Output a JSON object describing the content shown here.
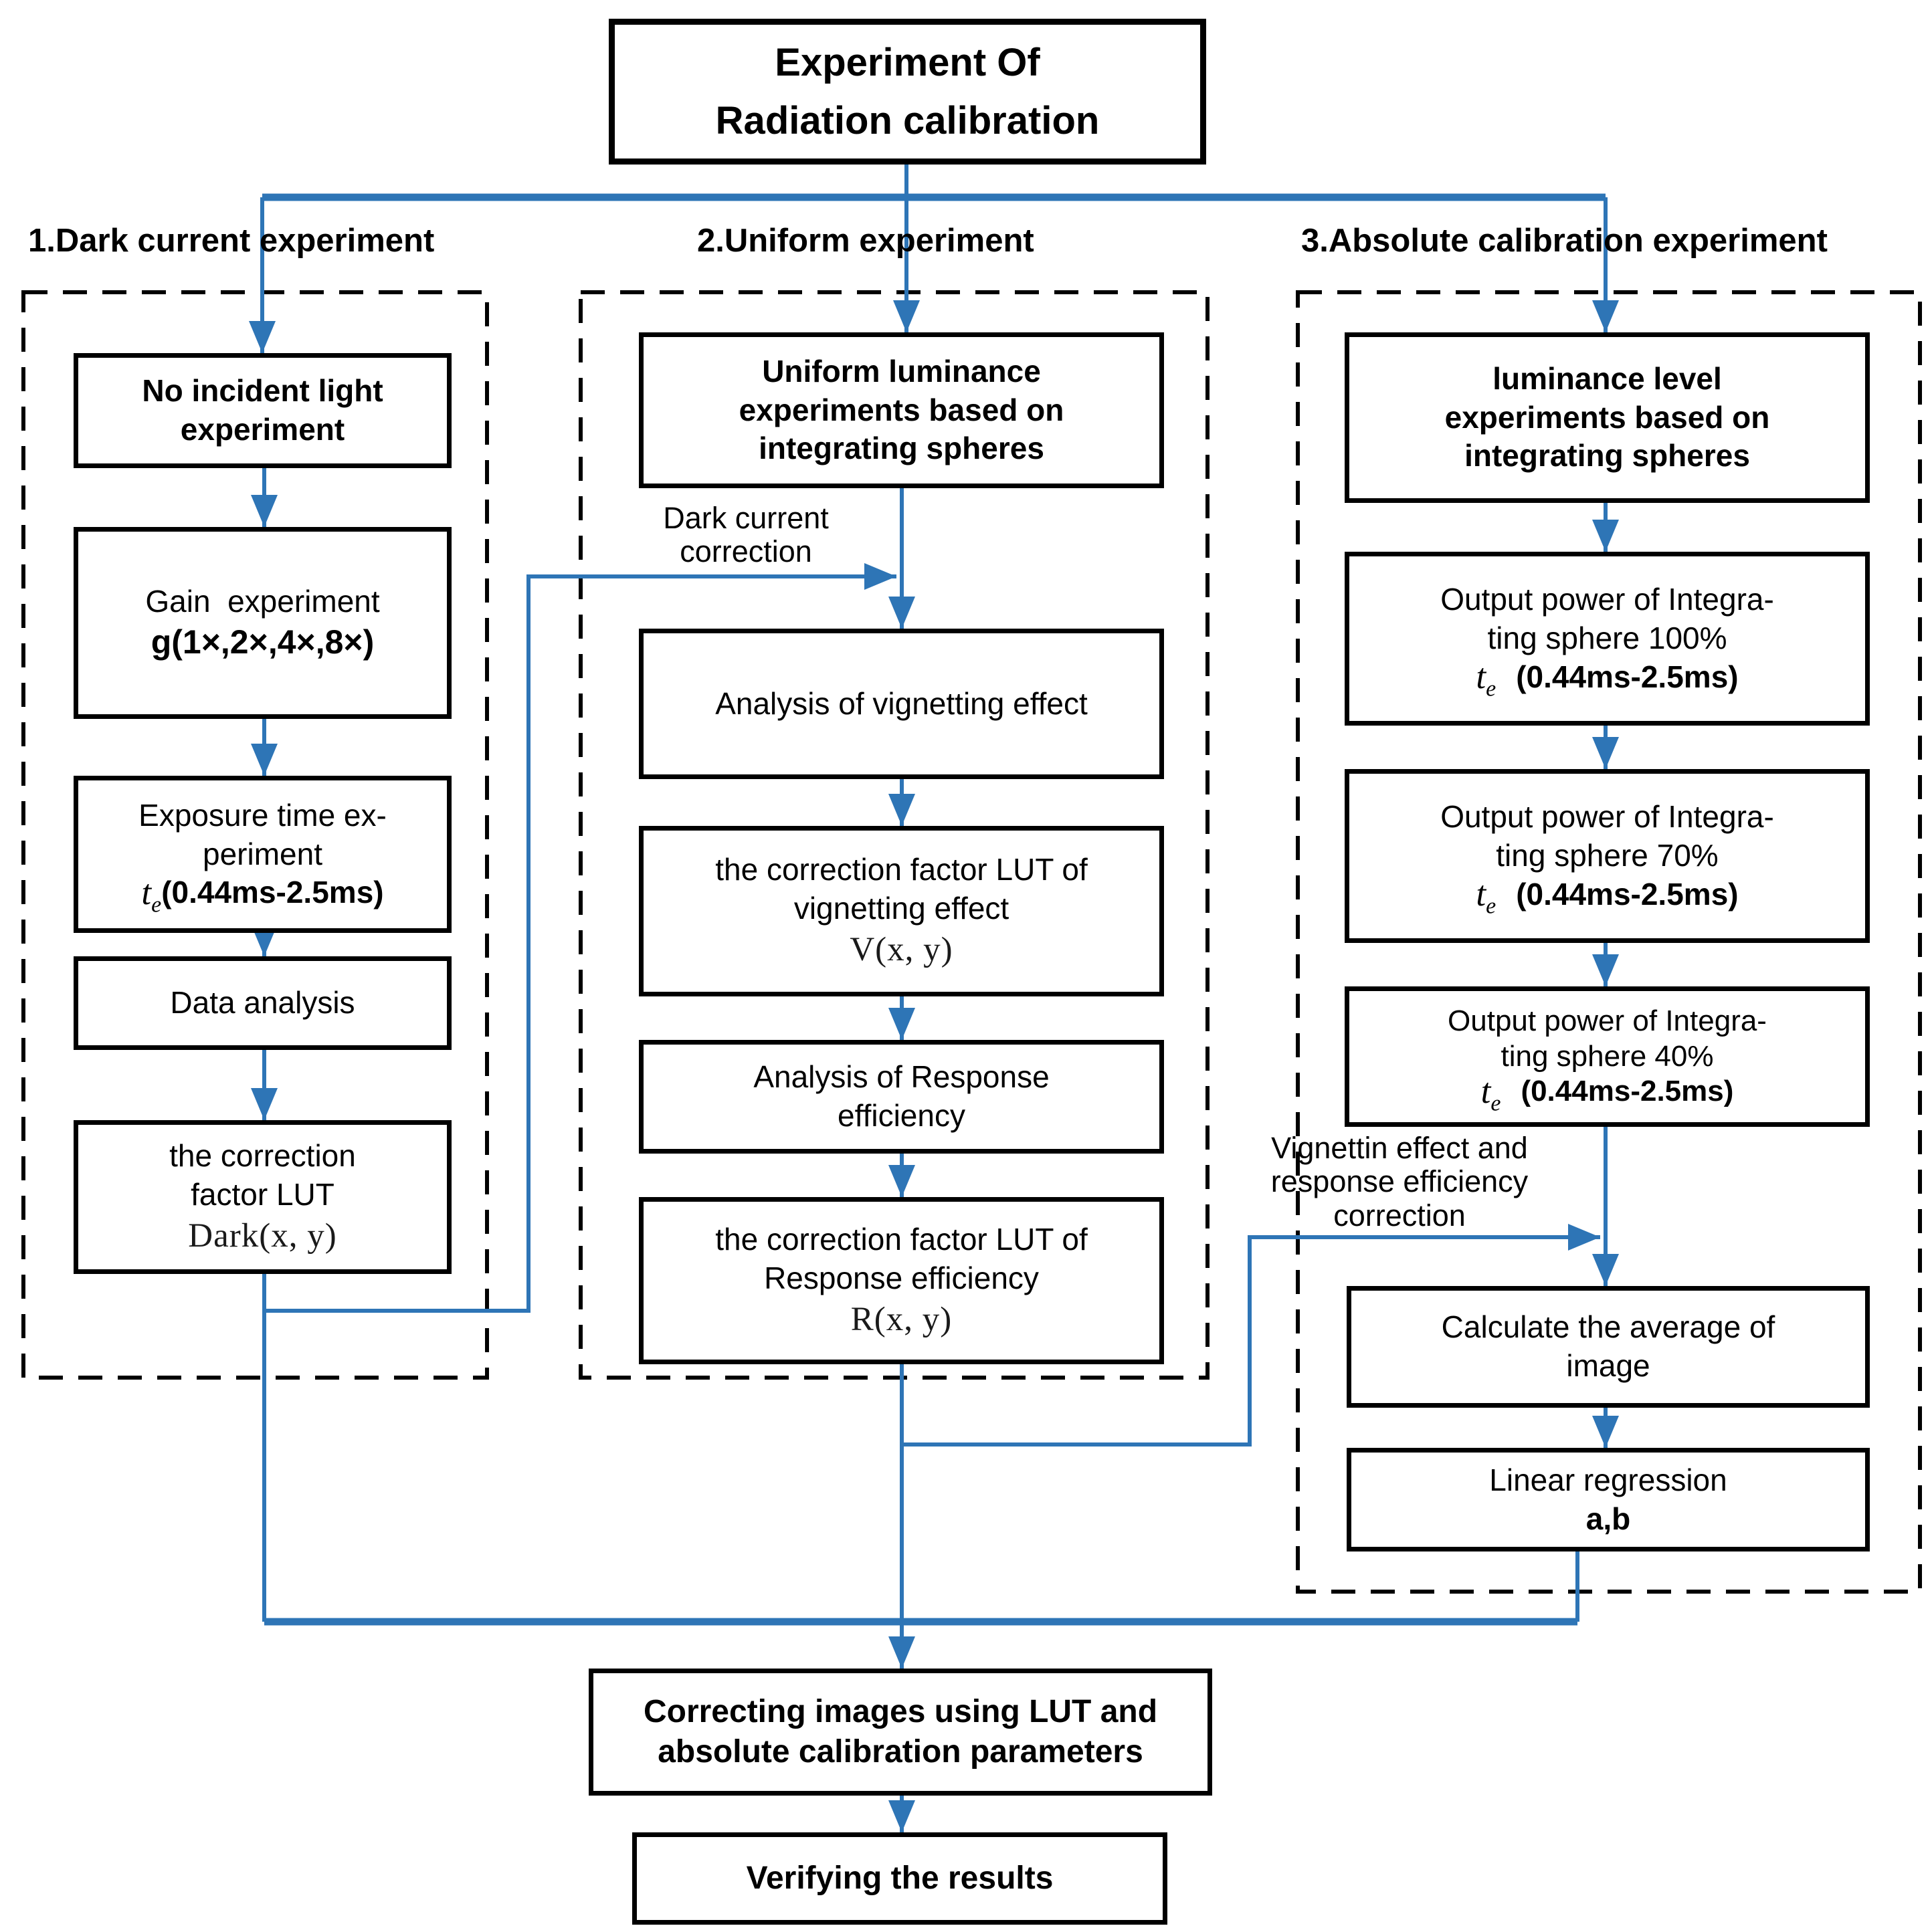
{
  "colors": {
    "accent_blue": "#2E75B6",
    "line_black": "#000000"
  },
  "title": {
    "line1": "Experiment Of",
    "line2": "Radiation calibration"
  },
  "sections": {
    "s1": "1.Dark current experiment",
    "s2": "2.Uniform experiment",
    "s3": "3.Absolute calibration experiment"
  },
  "math": {
    "t": "t",
    "sub_e": "e"
  },
  "edge_labels": {
    "dark_correction": {
      "l1": "Dark current",
      "l2": "correction"
    },
    "vignetting_correction": {
      "l1": "Vignettin effect and",
      "l2": "response efficiency",
      "l3": "correction"
    }
  },
  "nodes": {
    "no_incident": {
      "l1": "No incident light",
      "l2": "experiment"
    },
    "gain": {
      "l1": "Gain  experiment",
      "l2": "g(1×,2×,4×,8×)"
    },
    "exposure": {
      "l1": "Exposure time ex-",
      "l2": "periment",
      "l3_rest": "(0.44ms-2.5ms)"
    },
    "data_analysis": {
      "l1": "Data analysis"
    },
    "dark_lut": {
      "l1": "the correction",
      "l2": "factor LUT",
      "l3": "Dark(x, y)"
    },
    "uniform_lum": {
      "l1": "Uniform luminance",
      "l2": "experiments based on",
      "l3": "integrating spheres"
    },
    "vignetting_analysis": {
      "l1": "Analysis of vignetting effect"
    },
    "vignetting_lut": {
      "l1": "the correction factor LUT of",
      "l2": "vignetting effect",
      "l3": "V(x, y)"
    },
    "response_analysis": {
      "l1": "Analysis of Response",
      "l2": "efficiency"
    },
    "response_lut": {
      "l1": "the correction factor LUT of",
      "l2": "Response efficiency",
      "l3": "R(x, y)"
    },
    "lum_level": {
      "l1": "luminance level",
      "l2": "experiments based on",
      "l3": "integrating spheres"
    },
    "sphere100": {
      "l1": "Output power of Integra-",
      "l2": "ting sphere 100%",
      "l3_rest": "(0.44ms-2.5ms)"
    },
    "sphere70": {
      "l1": "Output power of Integra-",
      "l2": "ting sphere 70%",
      "l3_rest": "(0.44ms-2.5ms)"
    },
    "sphere40": {
      "l1": "Output power of Integra-",
      "l2": "ting sphere 40%",
      "l3_rest": "(0.44ms-2.5ms)"
    },
    "average": {
      "l1": "Calculate the average of",
      "l2": "image"
    },
    "regression": {
      "l1": "Linear regression",
      "l2": "a,b"
    },
    "correcting": {
      "l1": "Correcting images using LUT and",
      "l2": "absolute calibration parameters"
    },
    "verifying": {
      "l1": "Verifying the results"
    }
  }
}
